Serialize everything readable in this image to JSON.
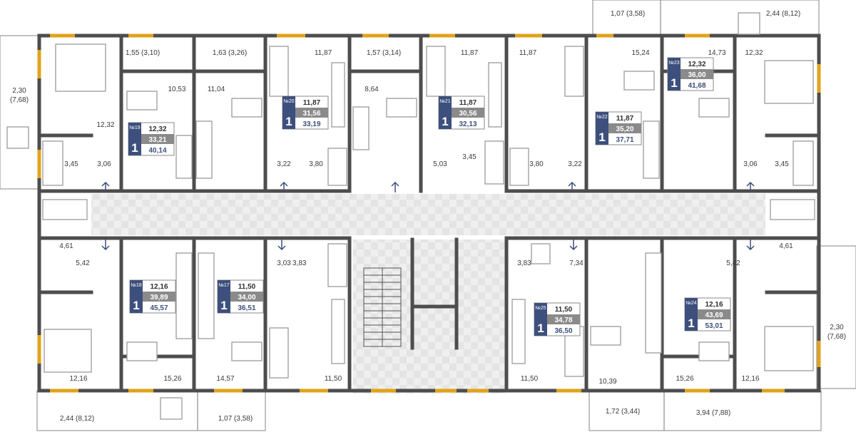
{
  "colors": {
    "wall": "#4d4d4d",
    "window": "#e0a31b",
    "accent": "#3d4f7c",
    "gray": "#8a8a8a",
    "corridor": "#ececec",
    "furniture": "#9a9a9a"
  },
  "top_labels": [
    "1,55 (3,10)",
    "1,63 (3,26)",
    "1,57 (3,14)",
    "1,07 (3,58)",
    "2,44 (8,12)"
  ],
  "upper_room_labels": [
    "10,53",
    "11,04",
    "11,87",
    "8,64",
    "11,87",
    "11,87",
    "15,24",
    "14,73",
    "12,32",
    "12,32"
  ],
  "upper_bath_labels": [
    "3,45",
    "3,06",
    "3,22",
    "3,80",
    "5,03",
    "3,45",
    "3,80",
    "3,22",
    "3,06",
    "3,45"
  ],
  "mid_labels": [
    "4,61",
    "5,42",
    "3,03",
    "3,83",
    "3,83",
    "7,34",
    "5,42",
    "4,61"
  ],
  "lower_room_labels": [
    "12,16",
    "15,26",
    "14,57",
    "11,50",
    "11,50",
    "10,39",
    "15,26",
    "12,16"
  ],
  "balcony_labels": {
    "left_upper": [
      "2,30",
      "(7,68)"
    ],
    "right_lower": [
      "2,30",
      "(7,68)"
    ],
    "bottom": [
      "2,44 (8,12)",
      "1,07 (3,58)",
      "1,72 (3,44)",
      "3,94 (7,88)"
    ]
  },
  "cards": [
    {
      "no": "№19",
      "rooms": "1",
      "v1": "12,32",
      "v2": "33,21",
      "v3": "40,14"
    },
    {
      "no": "№20",
      "rooms": "1",
      "v1": "11,87",
      "v2": "31,56",
      "v3": "33,19"
    },
    {
      "no": "№21",
      "rooms": "1",
      "v1": "11,87",
      "v2": "30,56",
      "v3": "32,13"
    },
    {
      "no": "№22",
      "rooms": "1",
      "v1": "11,87",
      "v2": "35,20",
      "v3": "37,71"
    },
    {
      "no": "№23",
      "rooms": "1",
      "v1": "12,32",
      "v2": "36,00",
      "v3": "41,68"
    },
    {
      "no": "№18",
      "rooms": "1",
      "v1": "12,16",
      "v2": "39,89",
      "v3": "45,57"
    },
    {
      "no": "№17",
      "rooms": "1",
      "v1": "11,50",
      "v2": "34,00",
      "v3": "36,51"
    },
    {
      "no": "№25",
      "rooms": "1",
      "v1": "11,50",
      "v2": "34,78",
      "v3": "36,50"
    },
    {
      "no": "№24",
      "rooms": "1",
      "v1": "12,16",
      "v2": "43,69",
      "v3": "53,01"
    }
  ]
}
